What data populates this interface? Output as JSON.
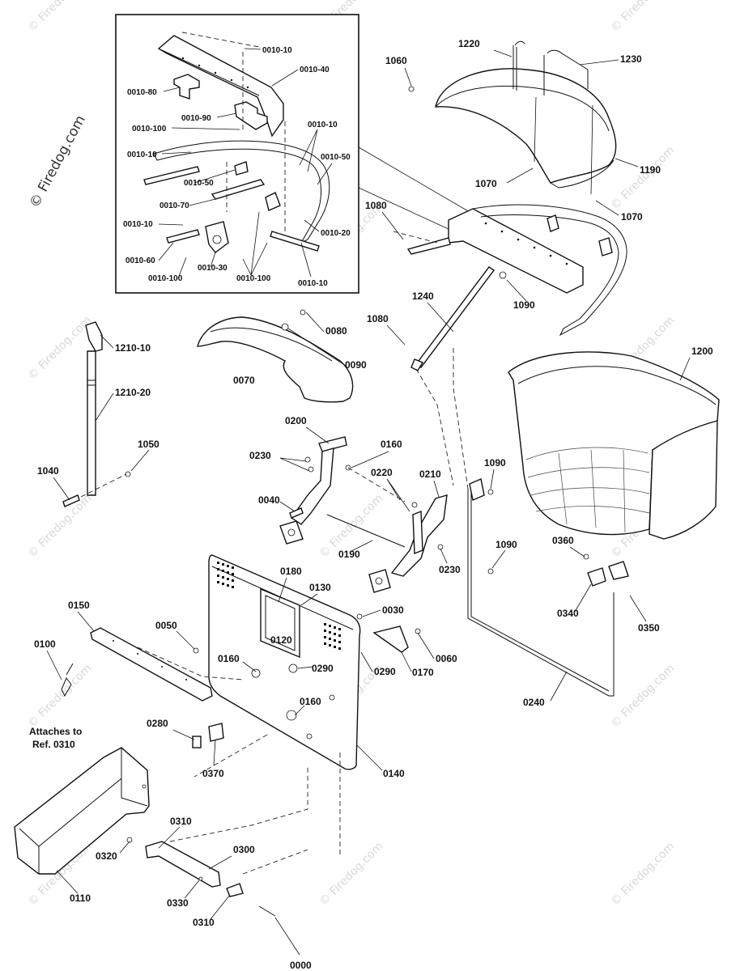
{
  "watermark": {
    "main": "© Firedog.com",
    "tile": "© Firedog.com"
  },
  "note": {
    "line1": "Attaches to",
    "line2": "Ref. 0310"
  },
  "callouts": {
    "c_0010_10_a": "0010-10",
    "c_0010_40": "0010-40",
    "c_0010_80": "0010-80",
    "c_0010_90": "0010-90",
    "c_0010_100_a": "0010-100",
    "c_0010_10_b": "0010-10",
    "c_0010_10_c": "0010-10",
    "c_0010_50_a": "0010-50",
    "c_0010_50_b": "0010-50",
    "c_0010_70": "0010-70",
    "c_0010_10_d": "0010-10",
    "c_0010_20": "0010-20",
    "c_0010_60": "0010-60",
    "c_0010_30": "0010-30",
    "c_0010_100_b": "0010-100",
    "c_0010_100_c": "0010-100",
    "c_0010_10_e": "0010-10",
    "c_1220": "1220",
    "c_1230": "1230",
    "c_1060": "1060",
    "c_1190": "1190",
    "c_1070_a": "1070",
    "c_1070_b": "1070",
    "c_1080_a": "1080",
    "c_1090_a": "1090",
    "c_1240": "1240",
    "c_1080_b": "1080",
    "c_0080": "0080",
    "c_0090": "0090",
    "c_0070": "0070",
    "c_1210_10": "1210-10",
    "c_1210_20": "1210-20",
    "c_1050": "1050",
    "c_1040": "1040",
    "c_1200": "1200",
    "c_0200": "0200",
    "c_0230_a": "0230",
    "c_0160_a": "0160",
    "c_0220": "0220",
    "c_0210": "0210",
    "c_0040": "0040",
    "c_0190": "0190",
    "c_0230_b": "0230",
    "c_1090_b": "1090",
    "c_1090_c": "1090",
    "c_0360": "0360",
    "c_0340": "0340",
    "c_0350": "0350",
    "c_0150": "0150",
    "c_0180": "0180",
    "c_0130": "0130",
    "c_0030": "0030",
    "c_0050": "0050",
    "c_0120": "0120",
    "c_0060": "0060",
    "c_0100": "0100",
    "c_0160_b": "0160",
    "c_0290_a": "0290",
    "c_0290_b": "0290",
    "c_0170": "0170",
    "c_0160_c": "0160",
    "c_0240": "0240",
    "c_0280": "0280",
    "c_0370": "0370",
    "c_0140": "0140",
    "c_0310_a": "0310",
    "c_0300": "0300",
    "c_0320": "0320",
    "c_0110": "0110",
    "c_0330": "0330",
    "c_0310_b": "0310",
    "c_bottom": "0000"
  }
}
